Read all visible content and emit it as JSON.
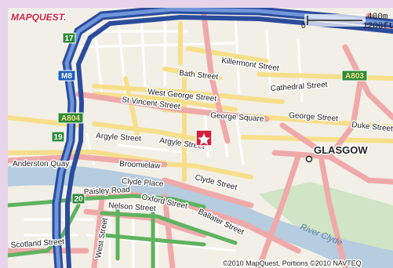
{
  "brand": "MAPQUEST.",
  "copyright": "©2010 MapQuest, Portions ©2010 NAVTEQ",
  "scale": {
    "metric": "400m",
    "imperial": "1200ft",
    "zero": "0"
  },
  "city": "GLASGOW",
  "river": "River Clyde",
  "shields": {
    "m8": "M8",
    "j17": "17",
    "j19": "19",
    "j20": "20",
    "a804": "A804",
    "a803": "A803"
  },
  "streets": {
    "killermont": "Killermont Street",
    "bath": "Bath Street",
    "cathedral": "Cathedral Street",
    "west_george": "West George Street",
    "st_vincent": "St Vincent Street",
    "george_square": "George Square",
    "george_street": "George Street",
    "duke": "Duke Street",
    "argyle_west": "Argyle Street",
    "argyle_east": "Argyle Street",
    "anderston_quay": "Anderston Quay",
    "broomielaw": "Broomielaw",
    "clyde_street": "Clyde Street",
    "clyde_place": "Clyde Place",
    "paisley_road": "Paisley Road",
    "oxford_street": "Oxford Street",
    "nelson_street": "Nelson Street",
    "ballater_street": "Ballater Street",
    "scotland_street": "Scotland Street",
    "west_street": "West Street"
  },
  "marker_icon": "star-marker-icon",
  "colors": {
    "land": "#f2efe6",
    "border": "#e7d3ea",
    "major_road": "#f0a9a9",
    "secondary_road": "#f7df8a",
    "motorway": "#3c63b8",
    "green_route": "#5fb35f",
    "water": "#b6ccdf",
    "park": "#cfe5c5",
    "marker": "#d31f3b"
  }
}
